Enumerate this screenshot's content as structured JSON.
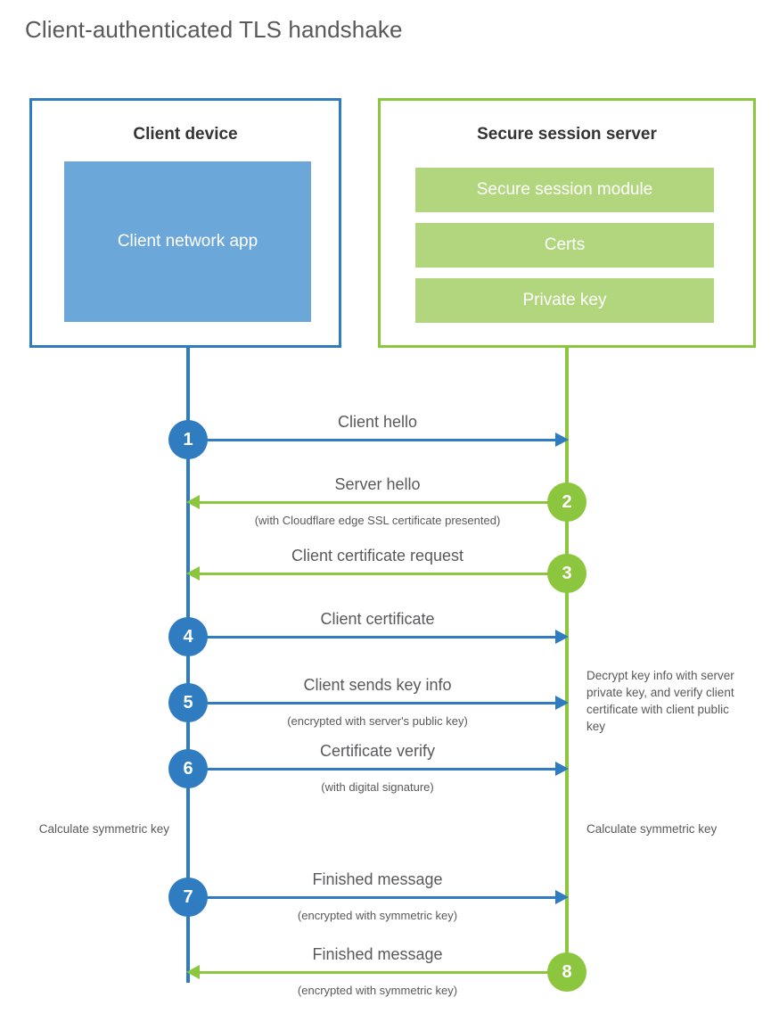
{
  "title": "Client-authenticated TLS handshake",
  "colors": {
    "client_blue": "#2f7cc0",
    "client_app_fill": "#6ba7d8",
    "server_green": "#8cc63f",
    "server_bar_fill": "#b2d67d",
    "text_gray": "#58595b",
    "title_gray": "#58595b",
    "heading_dark": "#333333",
    "background": "#ffffff"
  },
  "client": {
    "title": "Client device",
    "app_label": "Client network app"
  },
  "server": {
    "title": "Secure session server",
    "bars": [
      {
        "label": "Secure session module"
      },
      {
        "label": "Certs"
      },
      {
        "label": "Private key"
      }
    ]
  },
  "steps": [
    {
      "number": "1",
      "side": "client",
      "direction": "right",
      "label": "Client hello",
      "sublabel": ""
    },
    {
      "number": "2",
      "side": "server",
      "direction": "left",
      "label": "Server hello",
      "sublabel": "(with Cloudflare edge SSL certificate presented)"
    },
    {
      "number": "3",
      "side": "server",
      "direction": "left",
      "label": "Client certificate request",
      "sublabel": ""
    },
    {
      "number": "4",
      "side": "client",
      "direction": "right",
      "label": "Client certificate",
      "sublabel": ""
    },
    {
      "number": "5",
      "side": "client",
      "direction": "right",
      "label": "Client sends key info",
      "sublabel": "(encrypted with server's public key)"
    },
    {
      "number": "6",
      "side": "client",
      "direction": "right",
      "label": "Certificate verify",
      "sublabel": "(with digital signature)"
    },
    {
      "number": "7",
      "side": "client",
      "direction": "right",
      "label": "Finished message",
      "sublabel": "(encrypted with symmetric key)"
    },
    {
      "number": "8",
      "side": "server",
      "direction": "left",
      "label": "Finished message",
      "sublabel": "(encrypted with symmetric key)"
    }
  ],
  "notes": {
    "decrypt": "Decrypt key info with server private key, and verify client certificate with client public key",
    "calculate_client": "Calculate symmetric key",
    "calculate_server": "Calculate symmetric key"
  }
}
